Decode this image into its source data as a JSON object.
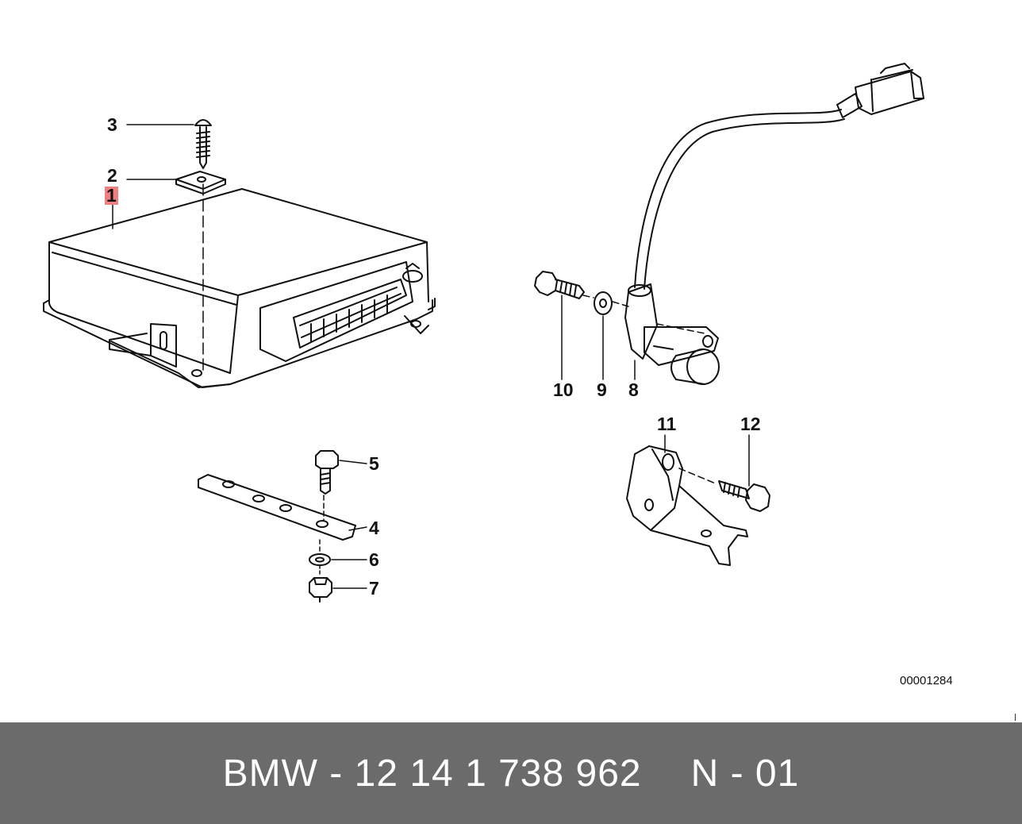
{
  "callouts": {
    "c1": "1",
    "c2": "2",
    "c3": "3",
    "c4": "4",
    "c5": "5",
    "c6": "6",
    "c7": "7",
    "c8": "8",
    "c9": "9",
    "c10": "10",
    "c11": "11",
    "c12": "12"
  },
  "reference_number": "00001284",
  "footer": {
    "part_label": "BMW - 12 14 1 738 962",
    "position_label": "N - 01"
  },
  "colors": {
    "footer_bg": "#6b6b6b",
    "footer_text": "#ffffff",
    "highlight": "#f08080",
    "line": "#111111"
  }
}
